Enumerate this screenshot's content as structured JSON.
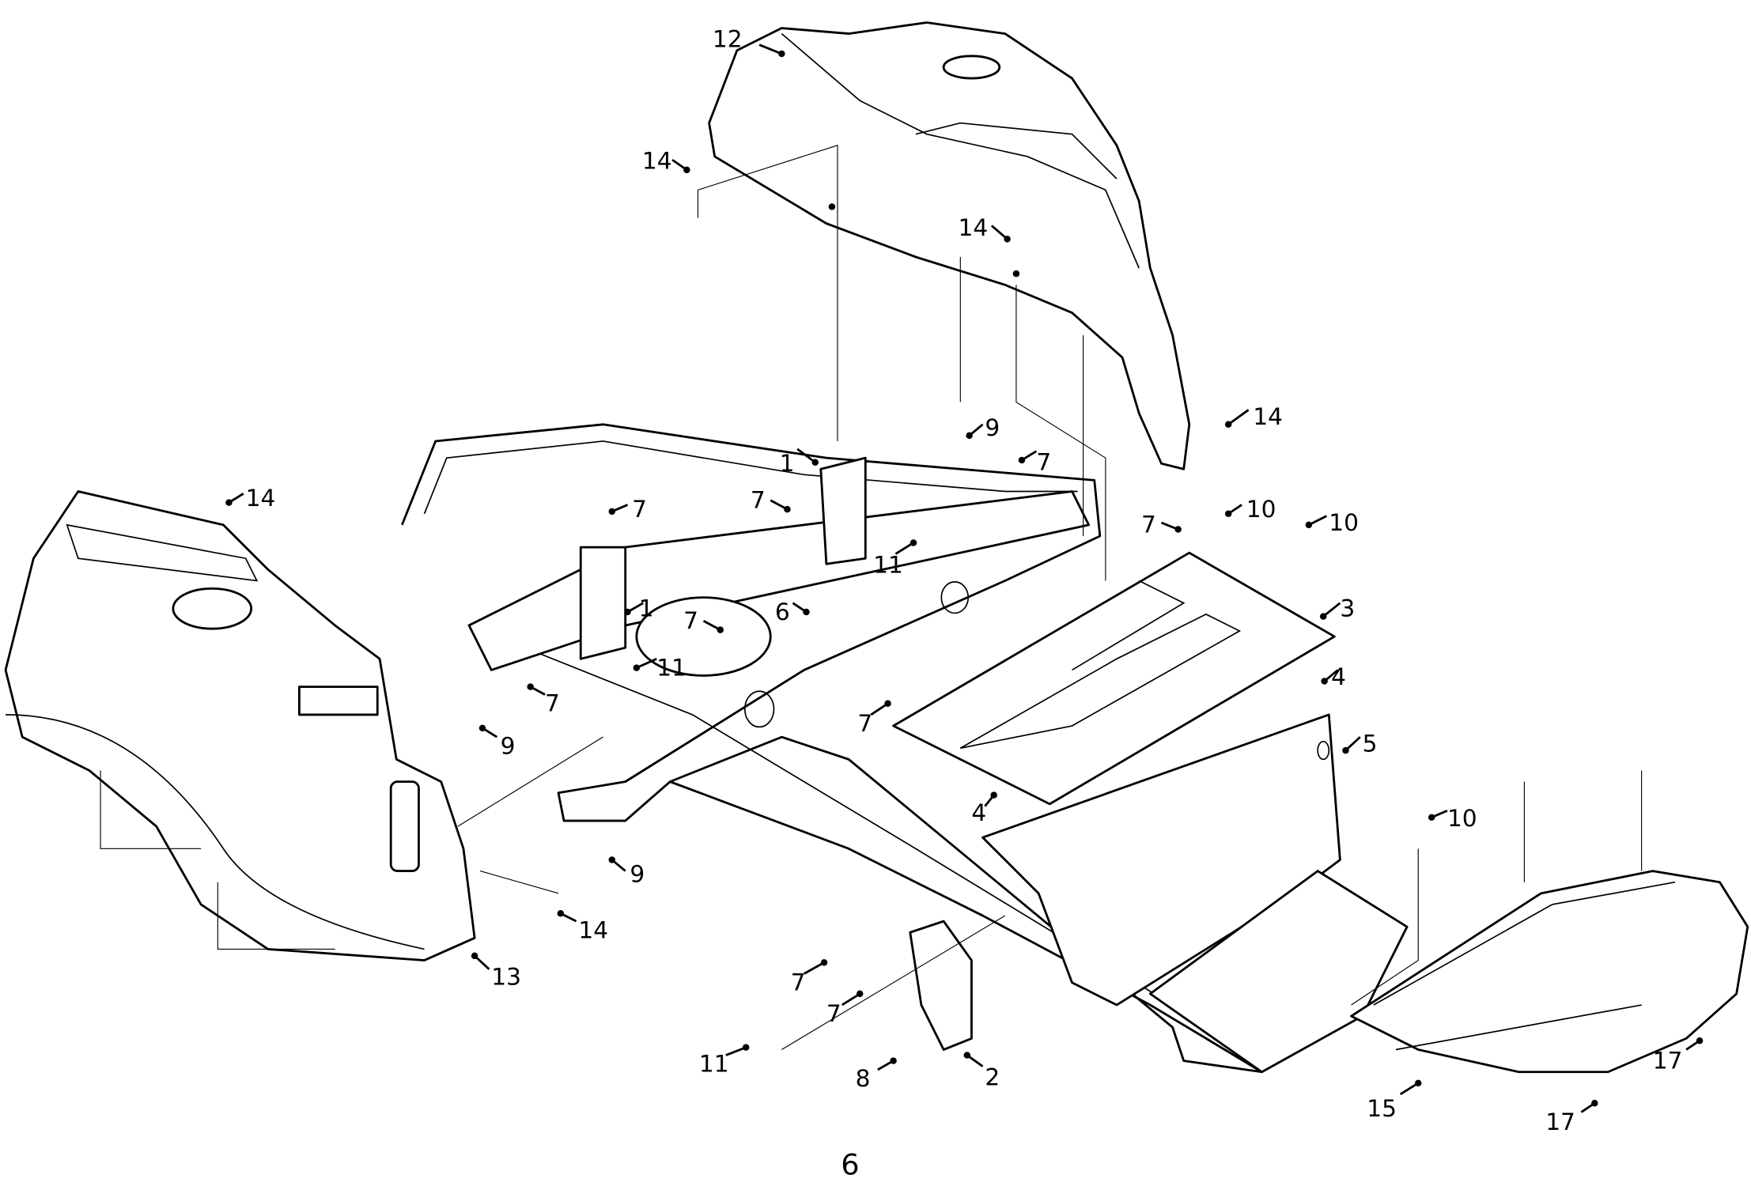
{
  "diagram": {
    "type": "exploded parts diagram",
    "line_color": "#000000",
    "background": "#ffffff",
    "callouts": [
      "12",
      "14",
      "14",
      "14",
      "14",
      "9",
      "1",
      "7",
      "7",
      "7",
      "7",
      "10",
      "10",
      "11",
      "3",
      "1",
      "6",
      "7",
      "11",
      "4",
      "7",
      "7",
      "9",
      "5",
      "4",
      "10",
      "9",
      "14",
      "13",
      "7",
      "7",
      "2",
      "11",
      "8",
      "17",
      "17",
      "15"
    ],
    "page_number": "6"
  }
}
